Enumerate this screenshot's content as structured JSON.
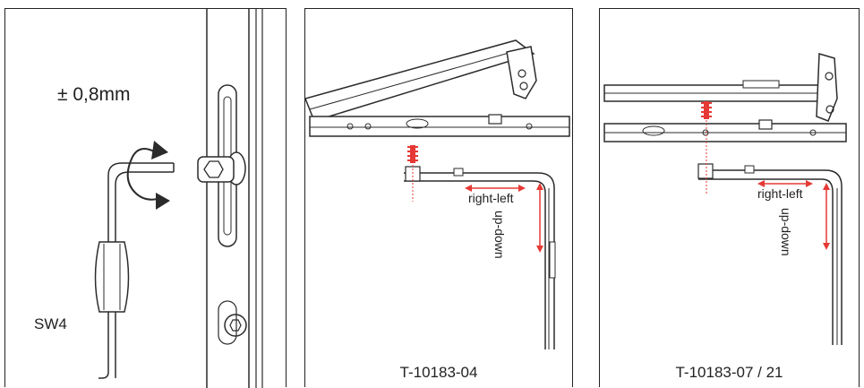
{
  "panel1": {
    "tolerance": "± 0,8mm",
    "tool_label": "SW4"
  },
  "panel2": {
    "part_code": "T-10183-04",
    "horizontal_label": "right-left",
    "vertical_label": "up-down"
  },
  "panel3": {
    "part_code": "T-10183-07 / 21",
    "horizontal_label": "right-left",
    "vertical_label": "up-down"
  },
  "colors": {
    "line": "#2b2b2b",
    "arrow": "#e53935"
  }
}
